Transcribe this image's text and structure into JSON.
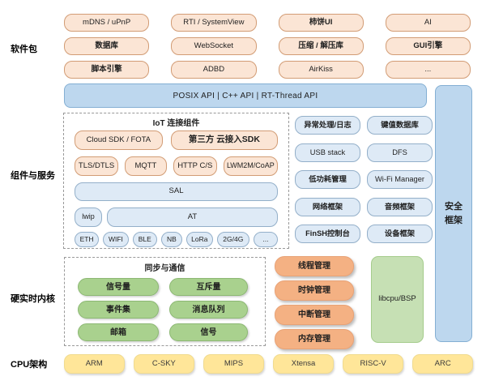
{
  "side_labels": {
    "software_packages": "软件包",
    "components_services": "组件与服务",
    "realtime_kernel": "硬实时内核",
    "cpu_arch": "CPU架构"
  },
  "software_packages": {
    "rows": [
      [
        "mDNS / uPnP",
        "RTI / SystemView",
        "柿饼UI",
        "AI"
      ],
      [
        "数据库",
        "WebSocket",
        "压缩 / 解压库",
        "GUI引擎"
      ],
      [
        "脚本引擎",
        "ADBD",
        "AirKiss",
        "..."
      ]
    ]
  },
  "api_bar": {
    "label": "POSIX API  |  C++ API  |  RT-Thread API"
  },
  "iot": {
    "title": "IoT 连接组件",
    "cloud_sdk": "Cloud SDK / FOTA",
    "third_party_sdk": "第三方 云接入SDK",
    "protocols": [
      "TLS/DTLS",
      "MQTT",
      "HTTP C/S",
      "LWM2M/CoAP"
    ],
    "sal": "SAL",
    "lwip": "lwip",
    "at": "AT",
    "links": [
      "ETH",
      "WIFI",
      "BLE",
      "NB",
      "LoRa",
      "2G/4G",
      "..."
    ]
  },
  "services": {
    "col1": [
      "异常处理/日志",
      "USB stack",
      "低功耗管理",
      "网络框架",
      "FinSH控制台"
    ],
    "col2": [
      "键值数据库",
      "DFS",
      "Wi-Fi Manager",
      "音频框架",
      "设备框架"
    ]
  },
  "security": {
    "label": "安全框架"
  },
  "kernel": {
    "sync_title": "同步与通信",
    "sync_items": [
      "信号量",
      "互斥量",
      "事件集",
      "消息队列",
      "邮箱",
      "信号"
    ],
    "managers": [
      "线程管理",
      "时钟管理",
      "中断管理",
      "内存管理"
    ],
    "libcpu": "libcpu/BSP"
  },
  "cpu": {
    "items": [
      "ARM",
      "C-SKY",
      "MIPS",
      "Xtensa",
      "RISC-V",
      "ARC"
    ]
  },
  "colors": {
    "peach": "#FBE5D5",
    "blue_strong": "#BDD7EE",
    "blue_light": "#DEEAF6",
    "green": "#A9D18E",
    "green_light": "#C6E0B4",
    "salmon": "#F4B183",
    "yellow": "#FFE699"
  }
}
